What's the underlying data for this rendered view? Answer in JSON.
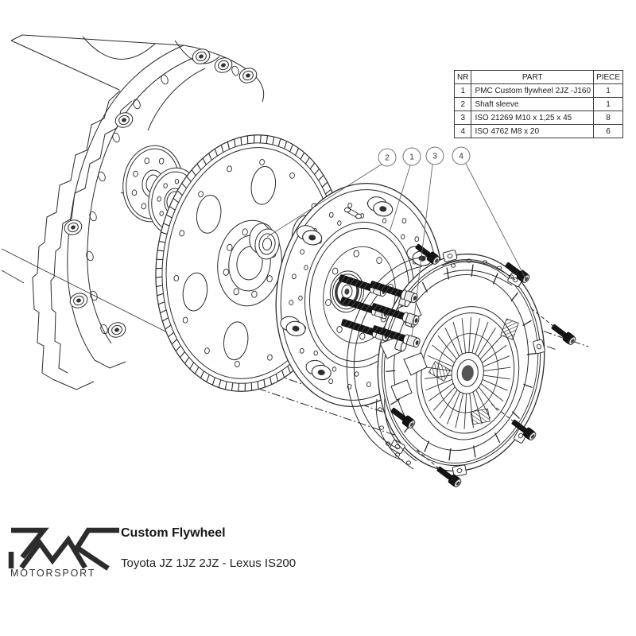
{
  "parts_table": {
    "headers": [
      "NR",
      "PART",
      "PIECE"
    ],
    "rows": [
      {
        "nr": "1",
        "part": "PMC Custom flywheel 2JZ -J160",
        "piece": "1"
      },
      {
        "nr": "2",
        "part": "Shaft sleeve",
        "piece": "1"
      },
      {
        "nr": "3",
        "part": "ISO 21269 M10 x 1,25 x 45",
        "piece": "8"
      },
      {
        "nr": "4",
        "part": "ISO 4762 M8 x 20",
        "piece": "6"
      }
    ]
  },
  "callouts": [
    {
      "label": "2"
    },
    {
      "label": "1"
    },
    {
      "label": "3"
    },
    {
      "label": "4"
    }
  ],
  "footer": {
    "brand_name": "MOTORSPORT",
    "product_title": "Custom Flywheel",
    "product_subtitle": "Toyota JZ 1JZ 2JZ - Lexus IS200"
  },
  "colors": {
    "line": "#2b2b2b",
    "bolt_black": "#151515",
    "paper": "#ffffff"
  }
}
